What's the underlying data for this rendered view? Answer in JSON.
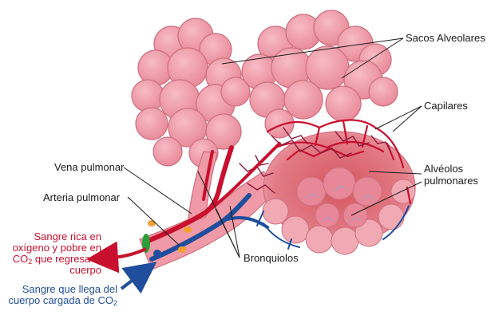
{
  "labels": {
    "sacos_alveolares": "Sacos Alveolares",
    "capilares": "Capilares",
    "alveolos_line1": "Alvéolos",
    "alveolos_line2": "pulmonares",
    "vena_pulmonar": "Vena pulmonar",
    "arteria_pulmonar": "Arteria pulmonar",
    "bronquiolos": "Bronquiolos",
    "sangre_rica_line1": "Sangre rica en",
    "sangre_rica_line2": "oxígeno y pobre en",
    "sangre_rica_line3_pre": "CO",
    "sangre_rica_line3_sub": "2",
    "sangre_rica_line3_post": " que regresa al",
    "sangre_rica_line4": "cuerpo",
    "sangre_llega_line1": "Sangre que llega del",
    "sangre_llega_line2_pre": "cuerpo cargada de CO",
    "sangre_llega_line2_sub": "2"
  },
  "colors": {
    "alveolar_pink": "#ef9aa6",
    "alveolar_outline": "#cf6f7f",
    "oxygenated_red": "#c8102e",
    "deoxygenated_blue": "#1f4e9c",
    "capillary_dark": "#8b1a3a",
    "label_red": "#c8102e",
    "label_blue": "#1f4e9c"
  }
}
